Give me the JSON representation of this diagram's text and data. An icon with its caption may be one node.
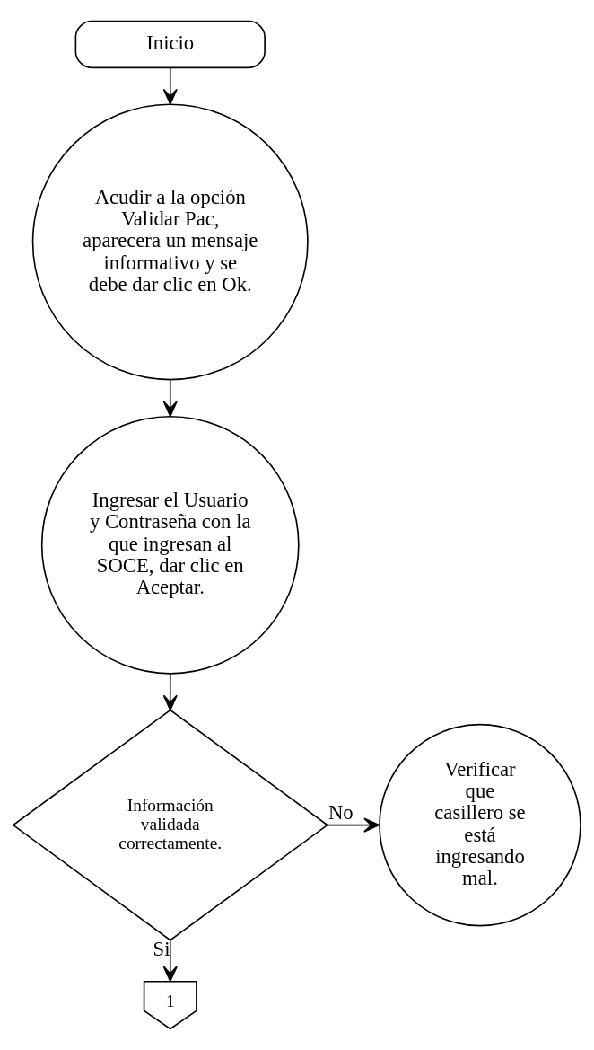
{
  "diagram": {
    "nodes": [
      {
        "text": [
          "Inicio"
        ]
      },
      {
        "text": [
          "Acudir a la opción Validar Pac, aparecera un mensaje informativo y se debe dar clic en Ok."
        ]
      },
      {
        "text": [
          "Ingresar el Usuario y Contraseña con la que ingresan al SOCE, dar clic en Aceptar."
        ]
      },
      {
        "text": [
          "Información validada correctamente."
        ]
      },
      {
        "text": [
          "Verificar que casillero se está ingresando mal."
        ]
      },
      {
        "text": [
          "1"
        ]
      }
    ],
    "edges": [
      {
        "from": 0,
        "to": 1,
        "arrow": "to"
      },
      {
        "from": 1,
        "to": 2,
        "arrow": "to"
      },
      {
        "from": 2,
        "to": 3,
        "arrow": "to"
      },
      {
        "from": 3,
        "to": 4,
        "arrow": "to",
        "label": "No"
      },
      {
        "from": 3,
        "to": 5,
        "arrow": "to",
        "label": "Si"
      }
    ]
  }
}
